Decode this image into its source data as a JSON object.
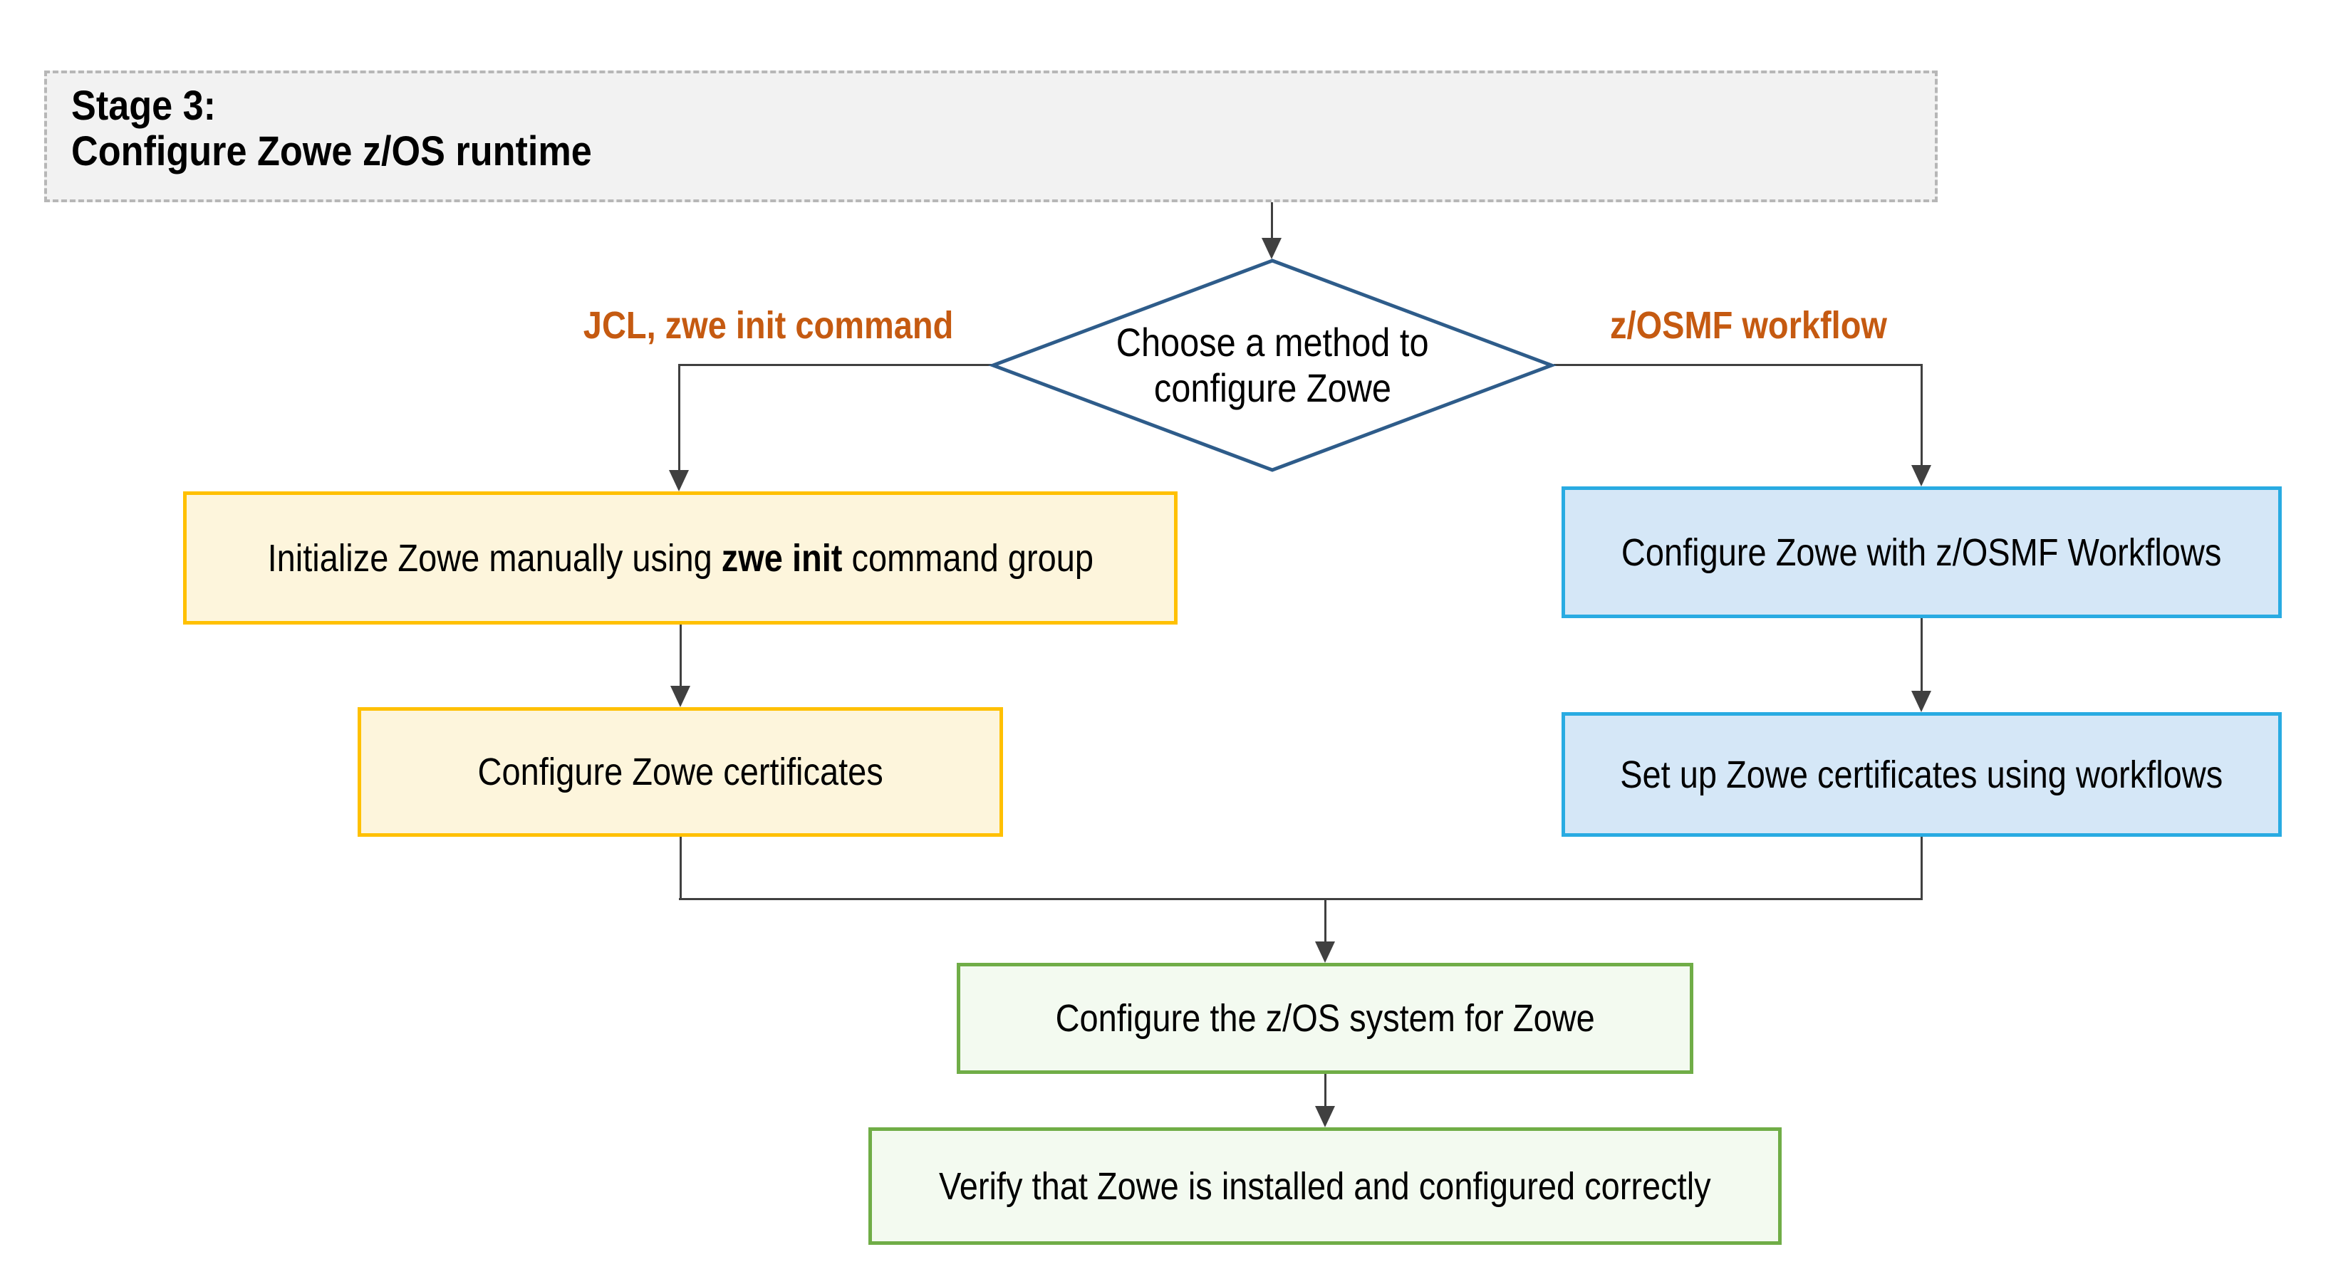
{
  "stage_box": {
    "line1": "Stage 3:",
    "line2": "Configure Zowe z/OS runtime"
  },
  "decision": {
    "line1": "Choose a method to",
    "line2": "configure Zowe"
  },
  "branch_labels": {
    "left": "JCL, zwe init command",
    "right": "z/OSMF workflow"
  },
  "nodes": {
    "initialize_manual": {
      "prefix": "Initialize Zowe manually using ",
      "bold": "zwe init",
      "suffix": " command group"
    },
    "configure_certificates": {
      "text": "Configure Zowe certificates"
    },
    "configure_zosmf_workflows": {
      "text": "Configure Zowe with z/OSMF Workflows"
    },
    "setup_certificates_workflows": {
      "text": "Set up Zowe certificates using workflows"
    },
    "configure_zos_system": {
      "text": "Configure the z/OS system for Zowe"
    },
    "verify_installation": {
      "text": "Verify that Zowe is installed and configured correctly"
    }
  },
  "colors": {
    "stage_fill": "#F2F2F2",
    "stage_border": "#B7B7B7",
    "decision_border": "#2E5C8A",
    "branch_label_text": "#C55A11",
    "manual_path_border": "#FFC000",
    "manual_path_fill": "#FDF5DC",
    "workflow_path_border": "#29ABE2",
    "workflow_path_fill": "#D5E7F7",
    "common_path_border": "#70AD47",
    "common_path_fill": "#F3FAF0",
    "connector": "#404040"
  }
}
